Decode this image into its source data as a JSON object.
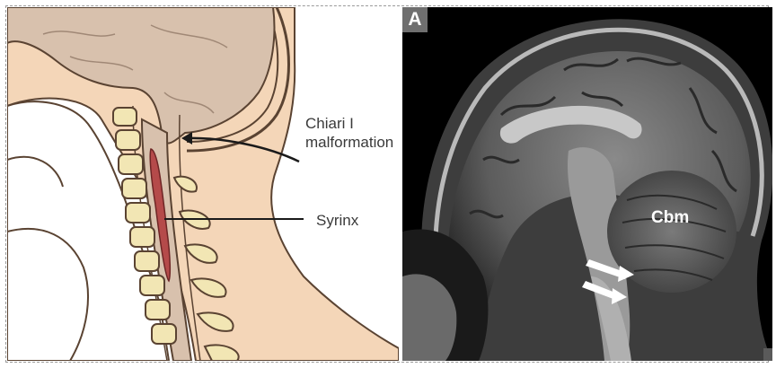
{
  "illustration": {
    "labels": {
      "chiari": "Chiari I malformation",
      "syrinx": "Syrinx"
    },
    "colors": {
      "skin": "#f4d6b8",
      "brain": "#d8c1ad",
      "vertebra": "#f2e6b4",
      "syrinx": "#b54a4a",
      "outline": "#4a3a2a"
    }
  },
  "mri": {
    "panel_label": "A",
    "structure_label": "Cbm",
    "arrows": 2
  }
}
